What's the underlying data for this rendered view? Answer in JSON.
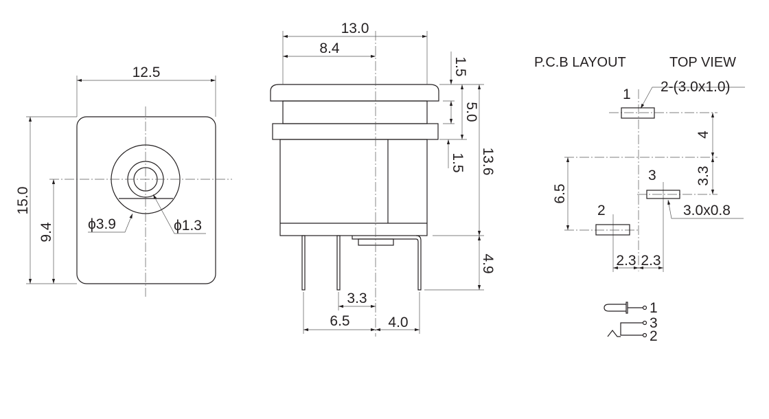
{
  "front_view": {
    "width": "12.5",
    "height": "15.0",
    "center_height": "9.4",
    "outer_dia": "ϕ3.9",
    "inner_dia": "ϕ1.3"
  },
  "side_view": {
    "width": "13.0",
    "center_offset": "8.4",
    "cap": "1.5",
    "cap_to_flange": "5.0",
    "flange": "1.5",
    "body_height": "13.6",
    "pin_length": "4.9",
    "pin_gap": "3.3",
    "pin_span_left": "6.5",
    "pin_span_right": "4.0"
  },
  "pcb_layout": {
    "title": "P.C.B LAYOUT",
    "view": "TOP VIEW",
    "pad_spec_12": "2-(3.0x1.0)",
    "pad_spec_3": "3.0x0.8",
    "pin_1": "1",
    "pin_2": "2",
    "pin_3": "3",
    "dim_4": "4",
    "dim_3_3": "3.3",
    "dim_6_5": "6.5",
    "dim_2_3_left": "2.3",
    "dim_2_3_right": "2.3"
  },
  "schematic": {
    "pin_1": "1",
    "pin_3": "3",
    "pin_2": "2"
  }
}
